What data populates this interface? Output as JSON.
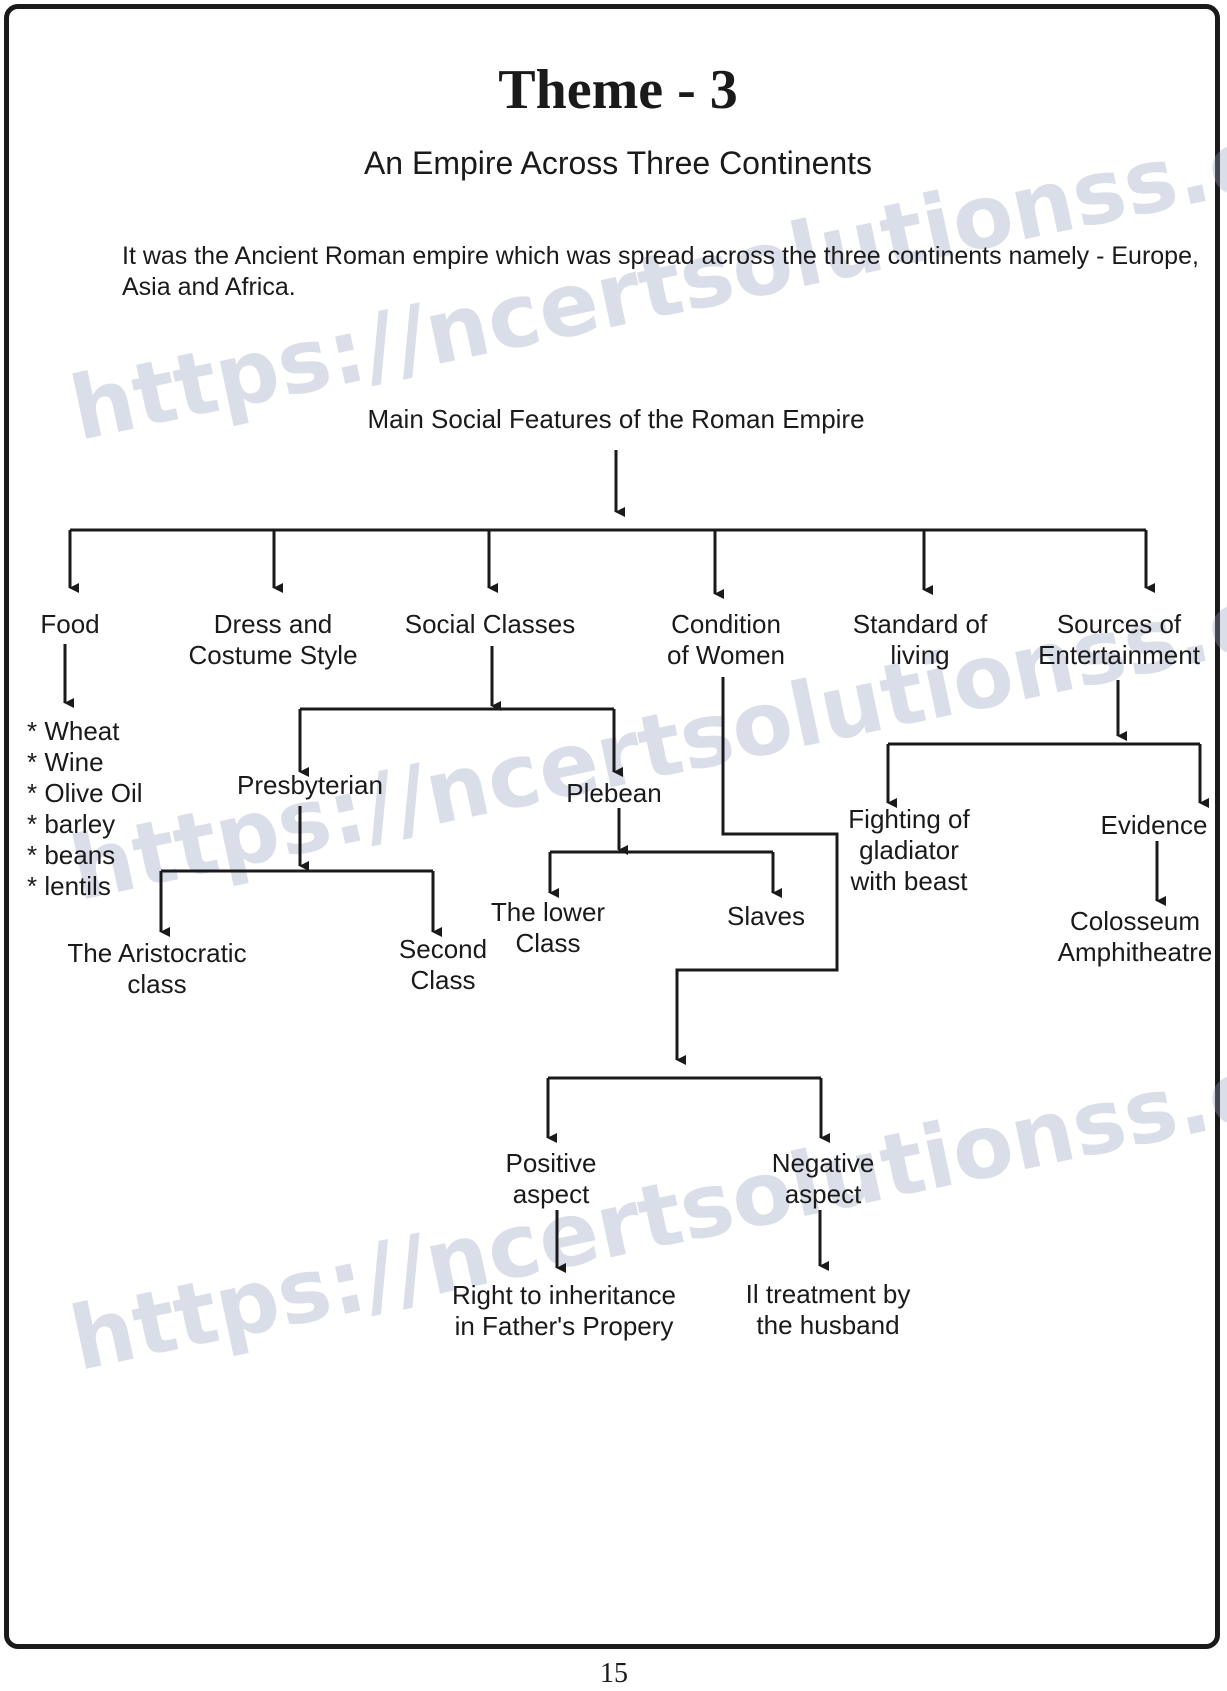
{
  "title": "Theme - 3",
  "subtitle": "An Empire Across Three Continents",
  "intro": "It was the Ancient Roman empire which was spread across the three continents namely - Europe, Asia and Africa.",
  "watermark": "https://ncertsolutionss.com",
  "root": "Main Social Features of the Roman Empire",
  "branches": {
    "food": "Food",
    "dress": [
      "Dress and",
      "Costume Style"
    ],
    "social": "Social Classes",
    "women": [
      "Condition",
      "of Women"
    ],
    "standard": [
      "Standard of",
      "living"
    ],
    "entertainment": [
      "Sources of",
      "Entertainment"
    ]
  },
  "food_items": [
    "* Wheat",
    "* Wine",
    "* Olive Oil",
    "* barley",
    "* beans",
    "* lentils"
  ],
  "social_classes": {
    "presbyterian": "Presbyterian",
    "plebean": "Plebean",
    "aristocratic": [
      "The Aristocratic",
      "class"
    ],
    "second": [
      "Second",
      "Class"
    ],
    "lower": [
      "The lower",
      "Class"
    ],
    "slaves": "Slaves"
  },
  "entertainment_items": {
    "fighting": [
      "Fighting of",
      "gladiator",
      "with beast"
    ],
    "evidence": "Evidence",
    "colosseum": [
      "Colosseum",
      "Amphitheatre"
    ]
  },
  "women_aspects": {
    "positive": [
      "Positive",
      "aspect"
    ],
    "negative": [
      "Negative",
      "aspect"
    ],
    "positive_detail": [
      "Right to inheritance",
      "in Father's Propery"
    ],
    "negative_detail": [
      "Il treatment by",
      "the husband"
    ]
  },
  "page_number": "15"
}
